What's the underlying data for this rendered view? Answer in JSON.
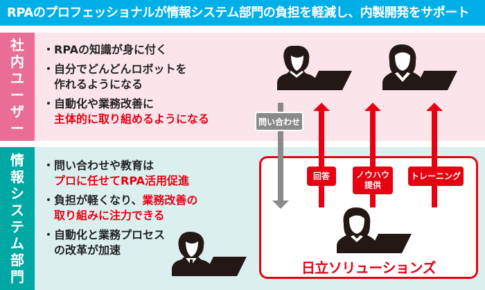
{
  "header": {
    "title": "RPAのプロフェッショナルが情報システム部門の負担を軽減し、内製開発をサポート"
  },
  "sections": {
    "user": {
      "label": [
        "社",
        "内",
        "ユ",
        "ー",
        "ザ",
        "ー"
      ],
      "bullets": [
        {
          "lines": [
            {
              "segments": [
                {
                  "text": "RPAの知識が身に付く",
                  "red": false
                }
              ]
            }
          ]
        },
        {
          "lines": [
            {
              "segments": [
                {
                  "text": "自分でどんどんロボットを",
                  "red": false
                }
              ]
            },
            {
              "segments": [
                {
                  "text": "作れるようになる",
                  "red": false
                }
              ]
            }
          ]
        },
        {
          "lines": [
            {
              "segments": [
                {
                  "text": "自動化や業務改善に",
                  "red": false
                }
              ]
            },
            {
              "segments": [
                {
                  "text": "主体的に取り組めるようになる",
                  "red": true
                }
              ]
            }
          ]
        }
      ]
    },
    "it": {
      "label": [
        "情",
        "報",
        "シ",
        "ス",
        "テ",
        "ム",
        "部",
        "門"
      ],
      "bullets": [
        {
          "lines": [
            {
              "segments": [
                {
                  "text": "問い合わせや教育は",
                  "red": false
                }
              ]
            },
            {
              "segments": [
                {
                  "text": "プロに任せてRPA活用促進",
                  "red": true
                }
              ]
            }
          ]
        },
        {
          "lines": [
            {
              "segments": [
                {
                  "text": "負担が軽くなり、",
                  "red": false
                },
                {
                  "text": "業務改善の",
                  "red": true
                }
              ]
            },
            {
              "segments": [
                {
                  "text": "取り組みに注力できる",
                  "red": true
                }
              ]
            }
          ]
        },
        {
          "lines": [
            {
              "segments": [
                {
                  "text": "自動化と業務プロセス",
                  "red": false
                }
              ]
            },
            {
              "segments": [
                {
                  "text": "の改革が加速",
                  "red": false
                }
              ]
            }
          ]
        }
      ]
    }
  },
  "bullet_mark": "・",
  "flow": {
    "inquiry_label": "問い合わせ",
    "answer_label": "回答",
    "knowhow_label_1": "ノウハウ",
    "knowhow_label_2": "提供",
    "training_label": "トレーニング",
    "company_label": "日立ソリューションズ"
  },
  "colors": {
    "header": "#00afe8",
    "user_accent": "#e96d95",
    "user_bg": "#fce4eb",
    "it_accent": "#00a8a4",
    "it_bg": "#dcefef",
    "highlight_red": "#e60012",
    "inquiry_gray": "#8a8a8a"
  }
}
